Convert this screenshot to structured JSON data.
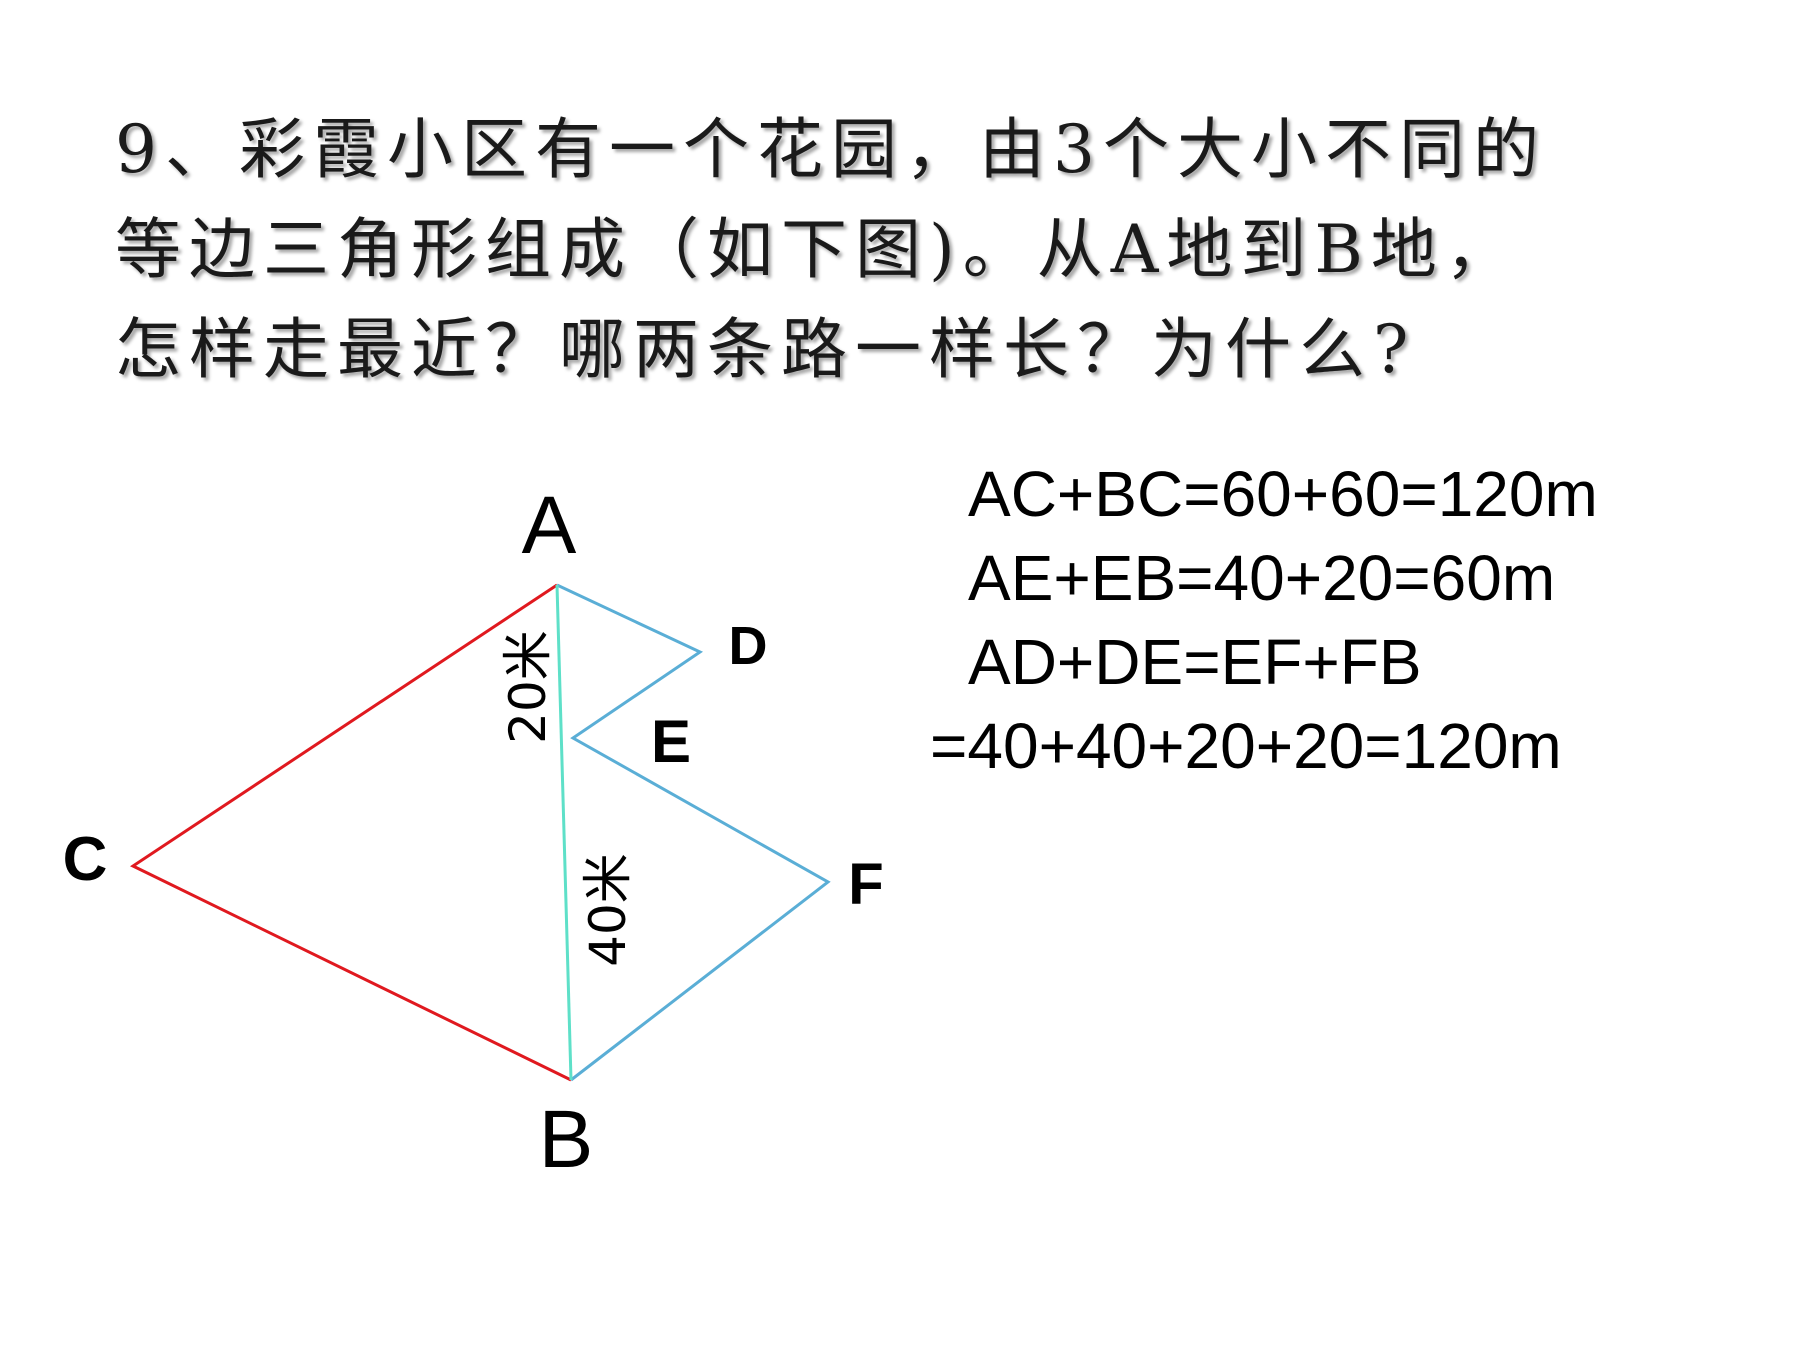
{
  "problem": {
    "lines": [
      "9、彩霞小区有一个花园，由3个大小不同的",
      "等边三角形组成（如下图)。从A地到B地，",
      "怎样走最近？哪两条路一样长？为什么?"
    ]
  },
  "solution": {
    "lines": [
      "AC+BC=60+60=120m",
      "AE+EB=40+20=60m",
      "AD+DE=EF+FB",
      "=40+40+20+20=120m"
    ]
  },
  "figure": {
    "vertices": {
      "A": "A",
      "B": "B",
      "C": "C",
      "D": "D",
      "E": "E",
      "F": "F"
    },
    "segment_labels": {
      "AE": "20米",
      "EB": "40米"
    },
    "colors": {
      "ac_bc": "#e0191f",
      "ab": "#5ee0c8",
      "outline": "#5aaed6"
    }
  }
}
